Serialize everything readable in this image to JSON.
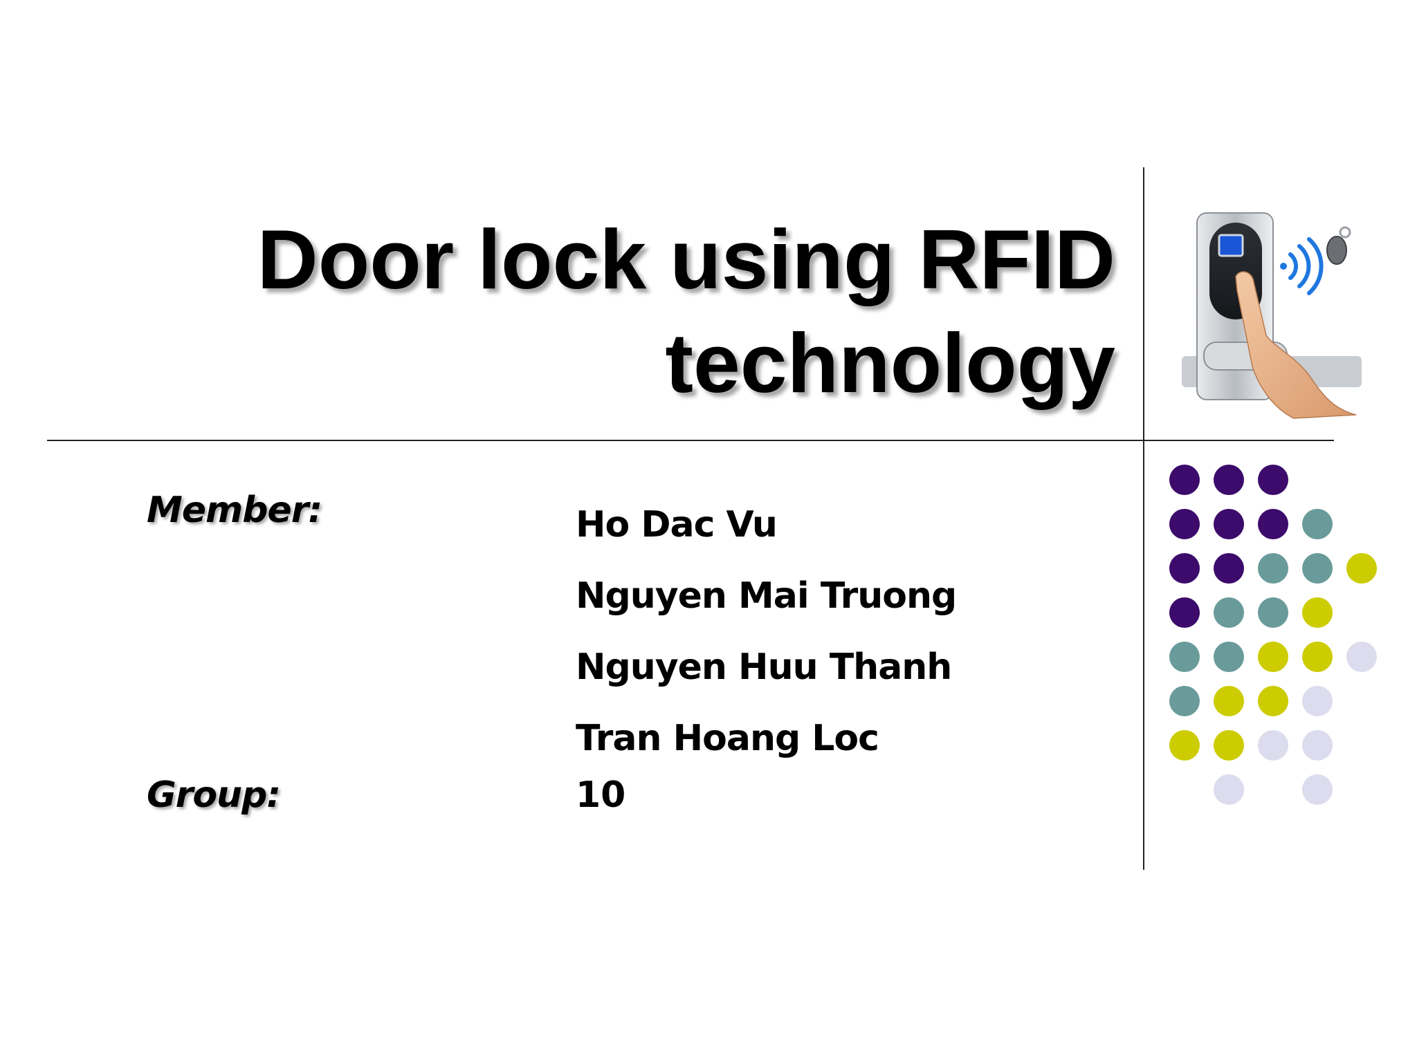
{
  "slide": {
    "title_line1": "Door lock using RFID",
    "title_line2": "technology",
    "member_label": "Member:",
    "members": [
      "Ho Dac Vu",
      "Nguyen Mai Truong",
      "Nguyen Huu Thanh",
      "Tran Hoang Loc"
    ],
    "group_label": "Group:",
    "group_value": "10"
  },
  "colors": {
    "purple": "#3c0b6b",
    "teal": "#6a9b9b",
    "lime": "#cccc00",
    "lavender": "#dcdcee"
  },
  "icons": {
    "illustration": "rfid-door-lock-illustration"
  }
}
